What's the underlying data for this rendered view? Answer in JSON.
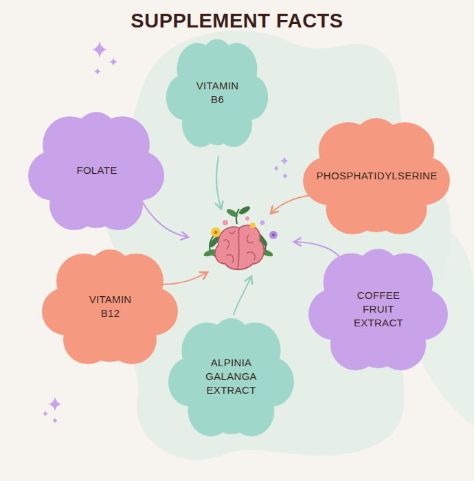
{
  "diagram": {
    "title": "SUPPLEMENT FACTS",
    "nodes": [
      {
        "text": [
          "VITAMIN B6"
        ]
      },
      {
        "text": [
          "FOLATE"
        ]
      },
      {
        "text": [
          "PHOSPHATIDYLSERINE"
        ]
      },
      {
        "text": [
          "VITAMIN B12"
        ]
      },
      {
        "text": [
          "COFFEE FRUIT EXTRACT"
        ]
      },
      {
        "text": [
          "ALPINIA GALANGA EXTRACT"
        ]
      }
    ]
  }
}
